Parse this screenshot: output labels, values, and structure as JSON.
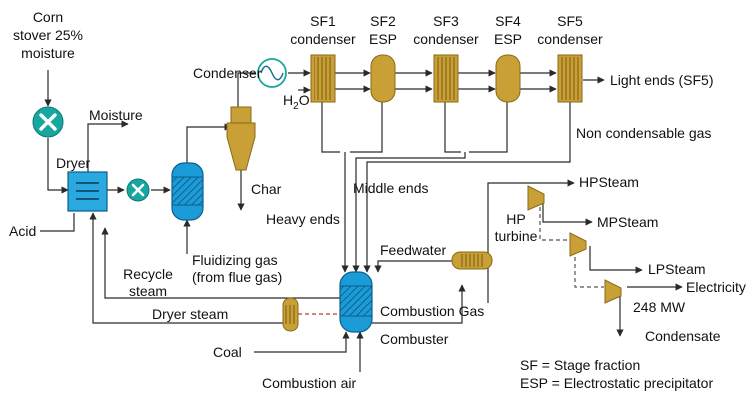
{
  "labels": {
    "feed": [
      "Corn",
      "stover 25%",
      "moisture"
    ],
    "moisture": "Moisture",
    "dryer": "Dryer",
    "acid": "Acid",
    "char": "Char",
    "fluidizing_gas": [
      "Fluidizing gas",
      "(from flue gas)"
    ],
    "recycle_steam": [
      "Recycle",
      "steam"
    ],
    "dryer_steam": "Dryer steam",
    "heavy_ends": "Heavy ends",
    "middle_ends": "Middle ends",
    "condenser": "Condenser",
    "h2o": "H",
    "h2o_sub": "2",
    "h2o_o": "O",
    "sf1": [
      "SF1",
      "condenser"
    ],
    "sf2": [
      "SF2",
      "ESP"
    ],
    "sf3": [
      "SF3",
      "condenser"
    ],
    "sf4": [
      "SF4",
      "ESP"
    ],
    "sf5": [
      "SF5",
      "condenser"
    ],
    "light_ends": "Light ends (SF5)",
    "non_condensable": "Non condensable gas",
    "hpsteam": "HPSteam",
    "hp_turbine": [
      "HP",
      "turbine"
    ],
    "mpsteam": "MPSteam",
    "lpsteam": "LPSteam",
    "electricity": "Electricity",
    "power": "248 MW",
    "condensate": "Condensate",
    "feedwater": "Feedwater",
    "combustion_gas": "Combustion Gas",
    "combuster": "Combuster",
    "coal": "Coal",
    "combustion_air": "Combustion air",
    "legend_sf": "SF = Stage fraction",
    "legend_esp": "ESP = Electrostatic precipitator"
  },
  "colors": {
    "dryer": "#29a9e0",
    "reactor": "#1b9bd7",
    "pump": "#17a6a0",
    "gold": "#c8a035",
    "gold_dark": "#8a6a1a",
    "condenser_ring": "#17a6a0",
    "line": "#2a2a2a",
    "red_dash": "#c0392b"
  },
  "icons": {
    "mixer": "x-circle-icon",
    "condenser": "sine-wave-icon"
  }
}
